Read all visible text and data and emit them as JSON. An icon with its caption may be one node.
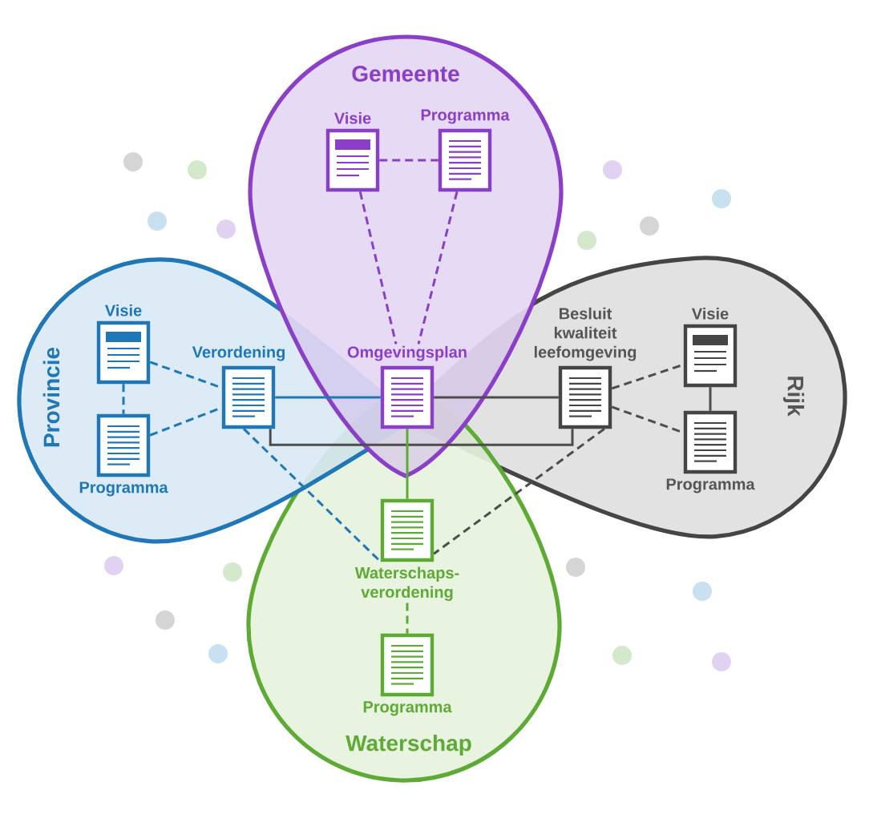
{
  "diagram": {
    "nodes": [
      {
        "text": [
          "Gemeente"
        ]
      },
      {
        "text": [
          "Visie"
        ],
        "in": 0
      },
      {
        "text": [
          "Programma"
        ],
        "in": 0
      },
      {
        "text": [
          "Provincie"
        ]
      },
      {
        "text": [
          "Visie"
        ],
        "in": 3
      },
      {
        "text": [
          "Programma"
        ],
        "in": 3
      },
      {
        "text": [
          "Verordening"
        ],
        "in": 3
      },
      {
        "text": [
          "Omgevingsplan"
        ],
        "in": 0
      },
      {
        "text": [
          "Rijk"
        ]
      },
      {
        "text": [
          "Besluit kwaliteit leefomgeving"
        ],
        "in": 8
      },
      {
        "text": [
          "Visie"
        ],
        "in": 8
      },
      {
        "text": [
          "Programma"
        ],
        "in": 8
      },
      {
        "text": [
          "Waterschap"
        ]
      },
      {
        "text": [
          "Waterschaps- verordening"
        ],
        "in": 12
      },
      {
        "text": [
          "Programma"
        ],
        "in": 12
      }
    ],
    "edges": [
      {
        "from": 1,
        "to": 2,
        "arrow": "none",
        "style": "dashed",
        "color": "#8B3FC9"
      },
      {
        "from": 1,
        "to": 7,
        "arrow": "none",
        "style": "dashed",
        "color": "#8B3FC9"
      },
      {
        "from": 2,
        "to": 7,
        "arrow": "none",
        "style": "dashed",
        "color": "#8B3FC9"
      },
      {
        "from": 4,
        "to": 5,
        "arrow": "none",
        "style": "dashed",
        "color": "#1F77B8"
      },
      {
        "from": 4,
        "to": 6,
        "arrow": "none",
        "style": "dashed",
        "color": "#1F77B8"
      },
      {
        "from": 5,
        "to": 6,
        "arrow": "none",
        "style": "dashed",
        "color": "#1F77B8"
      },
      {
        "from": 6,
        "to": 7,
        "arrow": "none",
        "color": "#1F77B8"
      },
      {
        "from": 6,
        "to": 13,
        "arrow": "none",
        "style": "dashed",
        "color": "#1F77B8"
      },
      {
        "from": 6,
        "to": 9,
        "arrow": "none"
      },
      {
        "from": 7,
        "to": 9,
        "arrow": "none"
      },
      {
        "from": 7,
        "to": 13,
        "arrow": "none",
        "color": "#5DAA35"
      },
      {
        "from": 9,
        "to": 10,
        "arrow": "none",
        "style": "dashed"
      },
      {
        "from": 9,
        "to": 11,
        "arrow": "none",
        "style": "dashed"
      },
      {
        "from": 10,
        "to": 11,
        "arrow": "none"
      },
      {
        "from": 9,
        "to": 13,
        "arrow": "none",
        "style": "dashed"
      },
      {
        "from": 13,
        "to": 14,
        "arrow": "none",
        "style": "dashed",
        "color": "#5DAA35"
      }
    ]
  }
}
